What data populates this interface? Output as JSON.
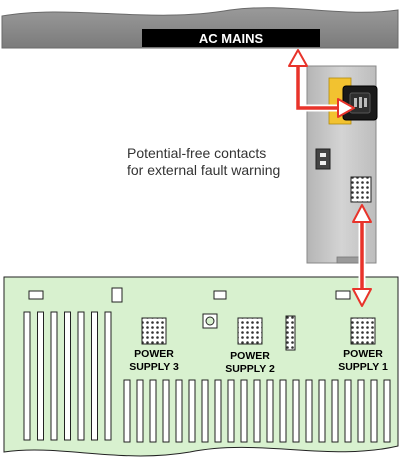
{
  "mains": {
    "label": "AC MAINS"
  },
  "note": {
    "line1": "Potential-free contacts",
    "line2": "for external fault warning"
  },
  "supplies": {
    "ps1": {
      "line1": "POWER",
      "line2": "SUPPLY 1"
    },
    "ps2": {
      "line1": "POWER",
      "line2": "SUPPLY 2"
    },
    "ps3": {
      "line1": "POWER",
      "line2": "SUPPLY 3"
    }
  },
  "colors": {
    "mains_bar": "#8a8a8a",
    "psu_case": "#c8c8c8",
    "backplane": "#d8f1cf",
    "arrow": "#e8332a",
    "label_yellow": "#f2c230"
  }
}
